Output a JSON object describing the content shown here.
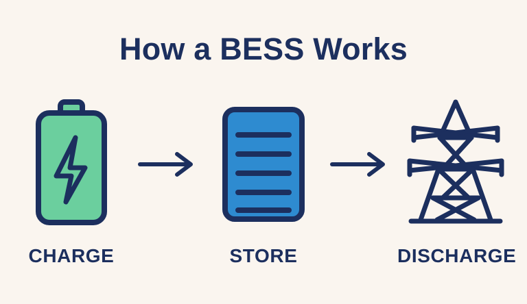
{
  "page": {
    "title": "How a BESS Works",
    "background_color": "#FAF5EF",
    "ink_color": "#1C2F5E",
    "battery_fill_color": "#6BCF9E",
    "store_fill_color": "#2E8BD0"
  },
  "flow": {
    "steps": [
      {
        "label": "CHARGE",
        "icon": "battery-icon"
      },
      {
        "label": "STORE",
        "icon": "document-lines-icon"
      },
      {
        "label": "DISCHARGE",
        "icon": "transmission-tower-icon"
      }
    ],
    "connectors": [
      {
        "icon": "arrow-right-icon"
      },
      {
        "icon": "arrow-right-icon"
      }
    ]
  }
}
